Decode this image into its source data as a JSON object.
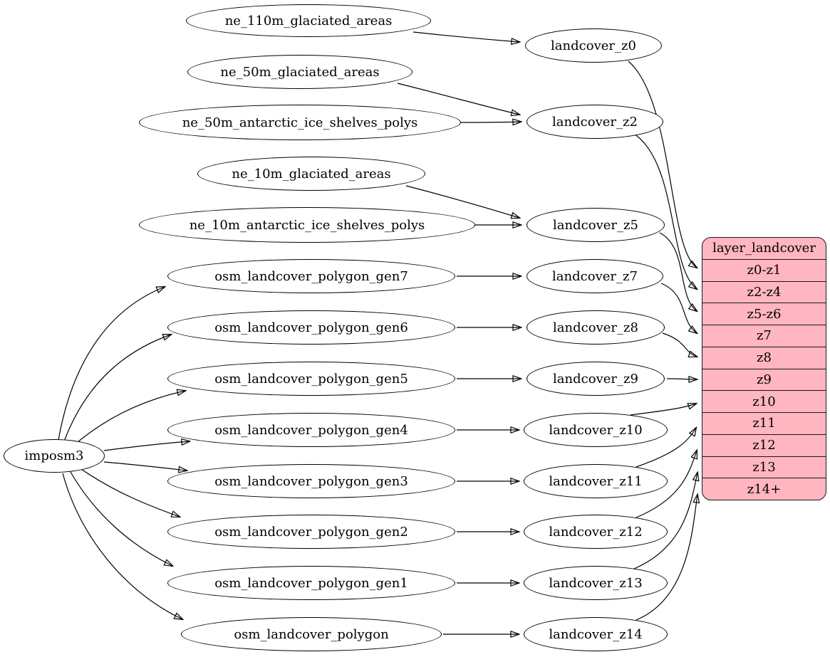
{
  "nodes": {
    "imposm3": "imposm3",
    "ne_110m_glaciated_areas": "ne_110m_glaciated_areas",
    "ne_50m_glaciated_areas": "ne_50m_glaciated_areas",
    "ne_50m_antarctic_ice_shelves_polys": "ne_50m_antarctic_ice_shelves_polys",
    "ne_10m_glaciated_areas": "ne_10m_glaciated_areas",
    "ne_10m_antarctic_ice_shelves_polys": "ne_10m_antarctic_ice_shelves_polys",
    "osm_landcover_polygon_gen7": "osm_landcover_polygon_gen7",
    "osm_landcover_polygon_gen6": "osm_landcover_polygon_gen6",
    "osm_landcover_polygon_gen5": "osm_landcover_polygon_gen5",
    "osm_landcover_polygon_gen4": "osm_landcover_polygon_gen4",
    "osm_landcover_polygon_gen3": "osm_landcover_polygon_gen3",
    "osm_landcover_polygon_gen2": "osm_landcover_polygon_gen2",
    "osm_landcover_polygon_gen1": "osm_landcover_polygon_gen1",
    "osm_landcover_polygon": "osm_landcover_polygon",
    "landcover_z0": "landcover_z0",
    "landcover_z2": "landcover_z2",
    "landcover_z5": "landcover_z5",
    "landcover_z7": "landcover_z7",
    "landcover_z8": "landcover_z8",
    "landcover_z9": "landcover_z9",
    "landcover_z10": "landcover_z10",
    "landcover_z11": "landcover_z11",
    "landcover_z12": "landcover_z12",
    "landcover_z13": "landcover_z13",
    "landcover_z14": "landcover_z14"
  },
  "record": {
    "title": "layer_landcover",
    "rows": [
      "z0-z1",
      "z2-z4",
      "z5-z6",
      "z7",
      "z8",
      "z9",
      "z10",
      "z11",
      "z12",
      "z13",
      "z14+"
    ]
  },
  "colors": {
    "record_fill": "#ffb6c1",
    "record_border": "#1a1a1a",
    "node_fill": "#ffffff",
    "node_border": "#000000",
    "edge": "#000000",
    "text": "#000000"
  },
  "edges": [
    {
      "from": "imposm3",
      "to": "osm_landcover_polygon_gen7"
    },
    {
      "from": "imposm3",
      "to": "osm_landcover_polygon_gen6"
    },
    {
      "from": "imposm3",
      "to": "osm_landcover_polygon_gen5"
    },
    {
      "from": "imposm3",
      "to": "osm_landcover_polygon_gen4"
    },
    {
      "from": "imposm3",
      "to": "osm_landcover_polygon_gen3"
    },
    {
      "from": "imposm3",
      "to": "osm_landcover_polygon_gen2"
    },
    {
      "from": "imposm3",
      "to": "osm_landcover_polygon_gen1"
    },
    {
      "from": "imposm3",
      "to": "osm_landcover_polygon"
    },
    {
      "from": "ne_110m_glaciated_areas",
      "to": "landcover_z0"
    },
    {
      "from": "ne_50m_glaciated_areas",
      "to": "landcover_z2"
    },
    {
      "from": "ne_50m_antarctic_ice_shelves_polys",
      "to": "landcover_z2"
    },
    {
      "from": "ne_10m_glaciated_areas",
      "to": "landcover_z5"
    },
    {
      "from": "ne_10m_antarctic_ice_shelves_polys",
      "to": "landcover_z5"
    },
    {
      "from": "osm_landcover_polygon_gen7",
      "to": "landcover_z7"
    },
    {
      "from": "osm_landcover_polygon_gen6",
      "to": "landcover_z8"
    },
    {
      "from": "osm_landcover_polygon_gen5",
      "to": "landcover_z9"
    },
    {
      "from": "osm_landcover_polygon_gen4",
      "to": "landcover_z10"
    },
    {
      "from": "osm_landcover_polygon_gen3",
      "to": "landcover_z11"
    },
    {
      "from": "osm_landcover_polygon_gen2",
      "to": "landcover_z12"
    },
    {
      "from": "osm_landcover_polygon_gen1",
      "to": "landcover_z13"
    },
    {
      "from": "osm_landcover_polygon",
      "to": "landcover_z14"
    },
    {
      "from": "landcover_z0",
      "to": "layer_landcover:z0-z1"
    },
    {
      "from": "landcover_z2",
      "to": "layer_landcover:z2-z4"
    },
    {
      "from": "landcover_z5",
      "to": "layer_landcover:z5-z6"
    },
    {
      "from": "landcover_z7",
      "to": "layer_landcover:z7"
    },
    {
      "from": "landcover_z8",
      "to": "layer_landcover:z8"
    },
    {
      "from": "landcover_z9",
      "to": "layer_landcover:z9"
    },
    {
      "from": "landcover_z10",
      "to": "layer_landcover:z10"
    },
    {
      "from": "landcover_z11",
      "to": "layer_landcover:z11"
    },
    {
      "from": "landcover_z12",
      "to": "layer_landcover:z12"
    },
    {
      "from": "landcover_z13",
      "to": "layer_landcover:z13"
    },
    {
      "from": "landcover_z14",
      "to": "layer_landcover:z14+"
    }
  ]
}
